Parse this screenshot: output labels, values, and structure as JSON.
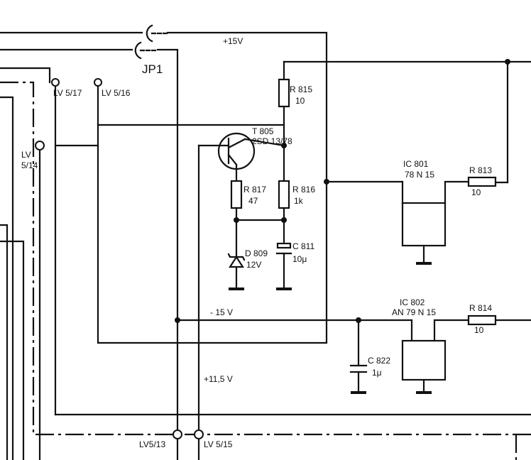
{
  "labels": {
    "jumper": "JP1",
    "rail_plus15": "+15V",
    "rail_minus15": "- 15 V",
    "rail_plus11_5": "+11,5 V",
    "lv5_17": "LV 5/17",
    "lv5_16": "LV 5/16",
    "lv_a": "LV",
    "lv_b": "5/14",
    "lv5_13": "LV5/13",
    "lv5_15": "LV 5/15",
    "r815_name": "R 815",
    "r815_val": "10",
    "t805_name": "T 805",
    "t805_type": "2SD 13/78",
    "r817_name": "R 817",
    "r817_val": "47",
    "r816_name": "R 816",
    "r816_val": "1k",
    "d809_name": "D 809",
    "d809_val": "12V",
    "c811_name": "C 811",
    "c811_val": "10μ",
    "ic801_name": "IC 801",
    "ic801_type": "78 N 15",
    "r813_name": "R 813",
    "r813_val": "10",
    "ic802_name": "IC 802",
    "ic802_type": "AN 79 N 15",
    "r814_name": "R 814",
    "r814_val": "10",
    "c822_name": "C 822",
    "c822_val": "1μ"
  }
}
